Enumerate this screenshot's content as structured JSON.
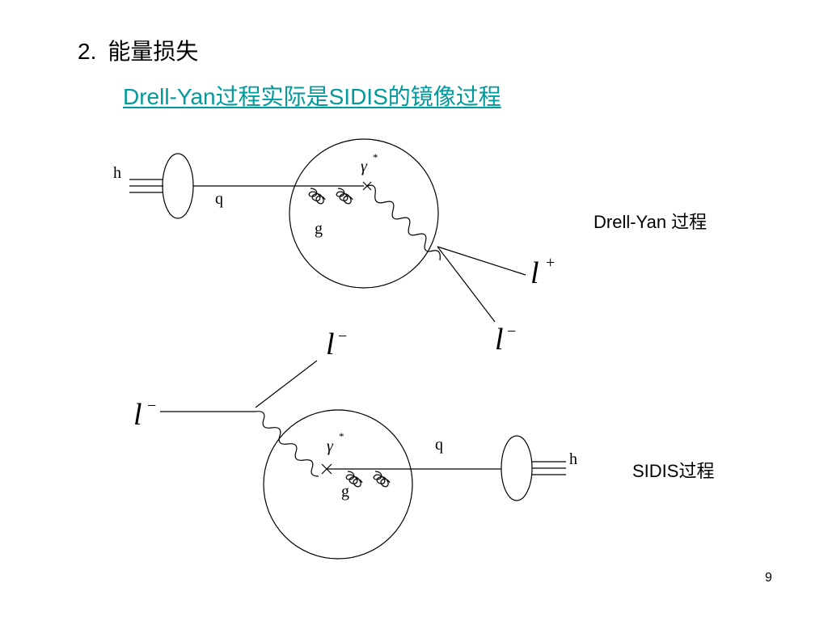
{
  "slide": {
    "heading_number": "2.",
    "heading_text": "能量损失",
    "subtitle": "Drell-Yan过程实际是SIDIS的镜像过程",
    "page_number": "9",
    "accent_color": "#009a9a"
  },
  "diagram_top": {
    "caption": "Drell-Yan 过程",
    "hadron_label": "h",
    "quark_label": "q",
    "gluon_label": "g",
    "photon_symbol": "γ",
    "photon_sup": "*",
    "lepton_plus_base": "l",
    "lepton_plus_sup": "+",
    "lepton_minus_base": "l",
    "lepton_minus_sup": "−"
  },
  "diagram_bottom": {
    "caption": "SIDIS过程",
    "hadron_label": "h",
    "quark_label": "q",
    "gluon_label": "g",
    "photon_symbol": "γ",
    "photon_sup": "*",
    "lepton_in_base": "l",
    "lepton_in_sup": "−",
    "lepton_out_base": "l",
    "lepton_out_sup": "−"
  }
}
